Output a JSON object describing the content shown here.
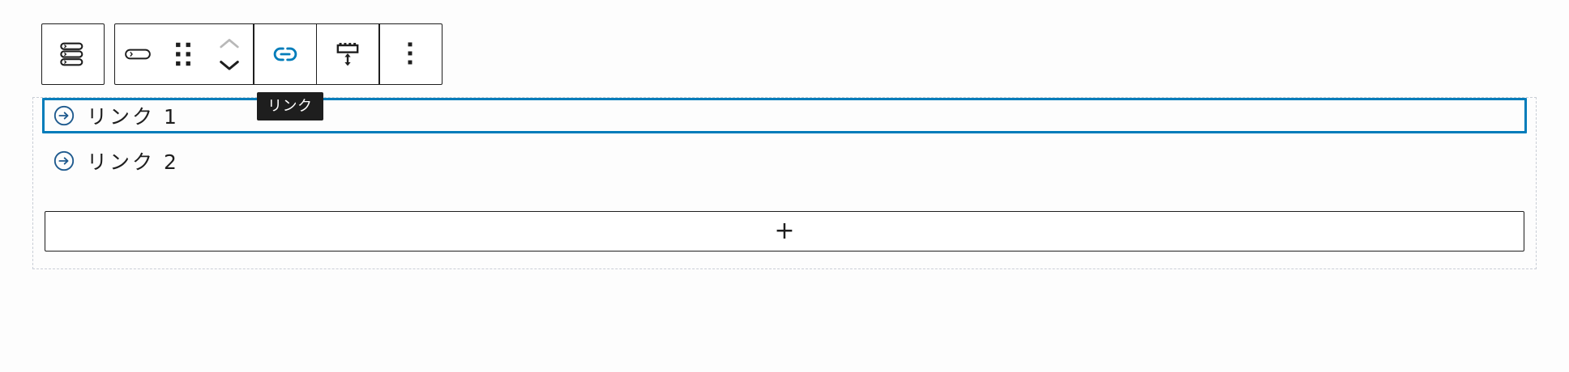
{
  "editor": {
    "toolbar": {
      "block_type_group": {
        "navigation_block_button": {
          "label": "ナビゲーション",
          "icon": "navigation-block-icon"
        }
      },
      "block_tools_group": {
        "link_block_button": {
          "label": "リンク",
          "icon": "page-link-icon"
        },
        "drag_handle": {
          "label": "ドラッグ",
          "icon": "drag-handle-icon"
        },
        "move_up_button": {
          "label": "上に移動",
          "icon": "chevron-up-icon",
          "disabled": true
        },
        "move_down_button": {
          "label": "下に移動",
          "icon": "chevron-down-icon",
          "disabled": false
        },
        "link_button": {
          "label": "リンク",
          "icon": "link-icon",
          "active": true
        },
        "submenu_button": {
          "label": "サブメニューを追加",
          "icon": "submenu-icon"
        },
        "more_options_button": {
          "label": "オプション",
          "icon": "more-vertical-icon"
        }
      }
    },
    "tooltip": {
      "text": "リンク"
    },
    "nav_block": {
      "items": [
        {
          "label": "リンク 1",
          "icon": "arrow-circle-right-icon",
          "selected": true
        },
        {
          "label": "リンク 2",
          "icon": "arrow-circle-right-icon",
          "selected": false
        }
      ],
      "appender": {
        "label": "+",
        "icon": "plus-icon"
      }
    },
    "colors": {
      "accent_blue": "#007cba",
      "icon_navy": "#1e5a8e",
      "ink": "#1e1e1e",
      "tooltip_bg": "#1e1e1e",
      "dashed_border": "#c9ced6",
      "disabled_gray": "#b0b0b0",
      "page_bg": "#fdfdfd"
    }
  }
}
